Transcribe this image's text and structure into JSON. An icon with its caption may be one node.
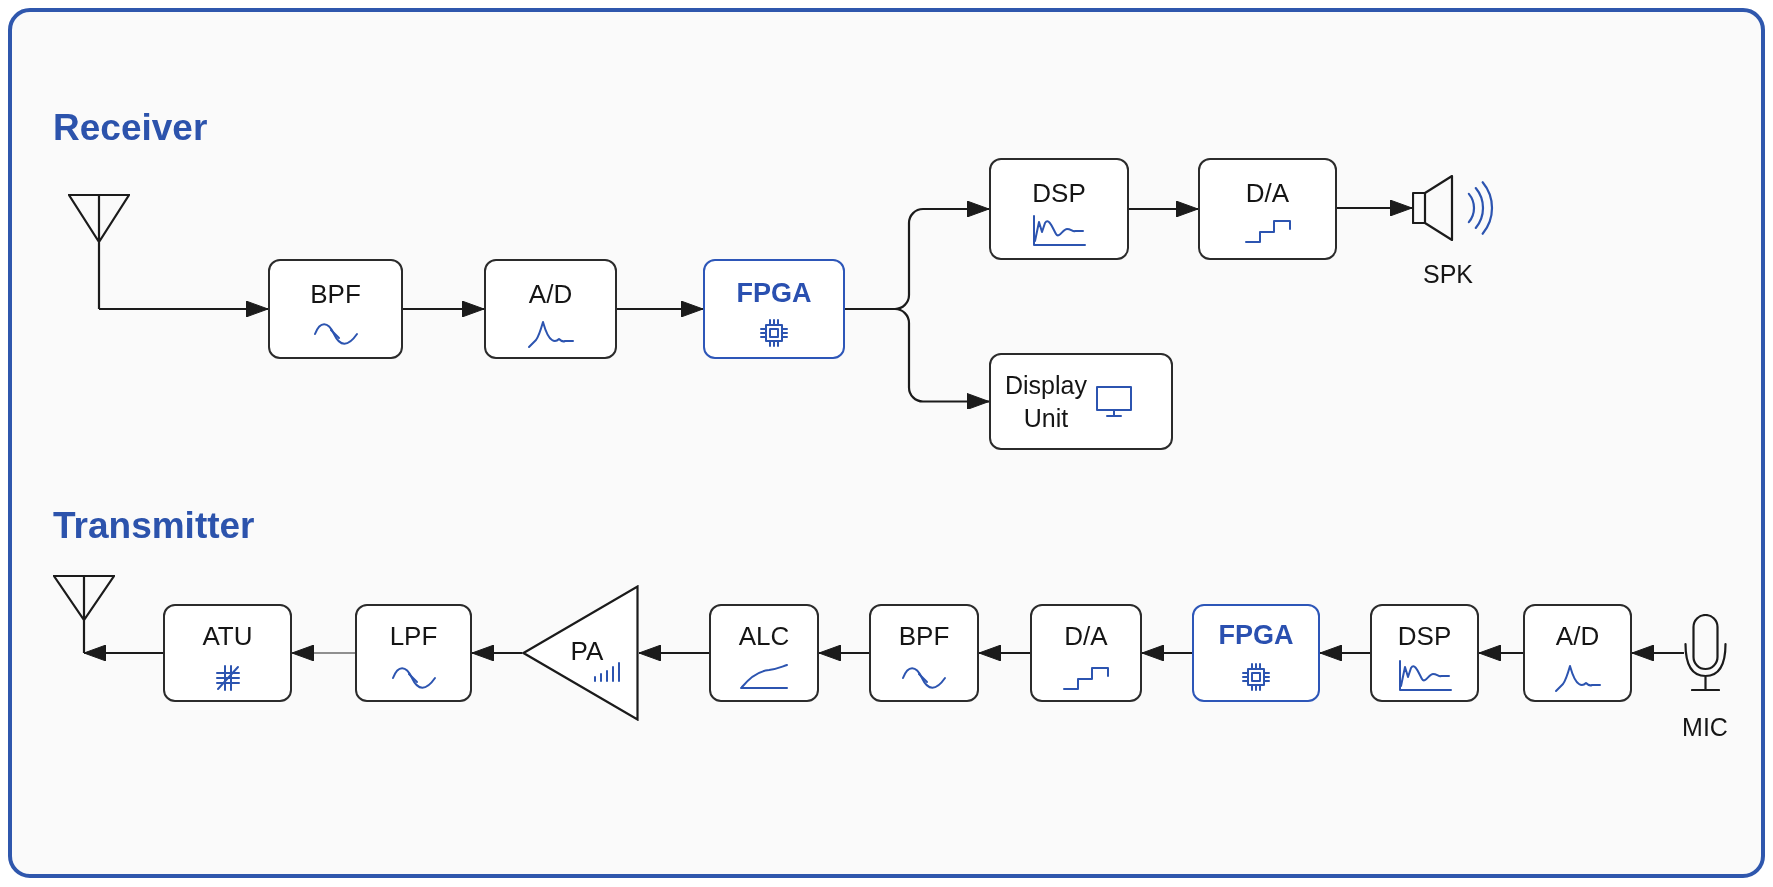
{
  "diagram": {
    "nodes": [
      {
        "text": [],
        "shape": "antenna"
      },
      {
        "text": [
          "BPF"
        ]
      },
      {
        "text": [
          "A/D"
        ]
      },
      {
        "text": [
          "FPGA"
        ]
      },
      {
        "text": [
          "DSP"
        ]
      },
      {
        "text": [
          "D/A"
        ]
      },
      {
        "text": [],
        "shape": "speaker",
        "beside": [
          "SPK"
        ]
      },
      {
        "text": [
          "Display Unit"
        ]
      },
      {
        "text": [],
        "shape": "antenna"
      },
      {
        "text": [
          "ATU"
        ]
      },
      {
        "text": [
          "LPF"
        ]
      },
      {
        "text": [
          "PA"
        ]
      },
      {
        "text": [
          "ALC"
        ]
      },
      {
        "text": [
          "BPF"
        ]
      },
      {
        "text": [
          "D/A"
        ]
      },
      {
        "text": [
          "FPGA"
        ]
      },
      {
        "text": [
          "DSP"
        ]
      },
      {
        "text": [
          "A/D"
        ]
      },
      {
        "text": [],
        "shape": "microphone",
        "beside": [
          "MIC"
        ]
      }
    ],
    "edges": [
      {
        "from": 0,
        "to": 1,
        "arrow": "to"
      },
      {
        "from": 1,
        "to": 2,
        "arrow": "to"
      },
      {
        "from": 2,
        "to": 3,
        "arrow": "to"
      },
      {
        "from": 3,
        "to": 4,
        "arrow": "to"
      },
      {
        "from": 3,
        "to": 7,
        "arrow": "to"
      },
      {
        "from": 4,
        "to": 5,
        "arrow": "to"
      },
      {
        "from": 5,
        "to": 6,
        "arrow": "to"
      },
      {
        "from": 18,
        "to": 17,
        "arrow": "to"
      },
      {
        "from": 17,
        "to": 16,
        "arrow": "to"
      },
      {
        "from": 16,
        "to": 15,
        "arrow": "to"
      },
      {
        "from": 15,
        "to": 14,
        "arrow": "to"
      },
      {
        "from": 14,
        "to": 13,
        "arrow": "to"
      },
      {
        "from": 13,
        "to": 12,
        "arrow": "to"
      },
      {
        "from": 12,
        "to": 11,
        "arrow": "to"
      },
      {
        "from": 11,
        "to": 10,
        "arrow": "to"
      },
      {
        "from": 10,
        "to": 9,
        "arrow": "to",
        "color": "#8f8f8f"
      },
      {
        "from": 9,
        "to": 8,
        "arrow": "to"
      }
    ],
    "labels": [
      "Receiver",
      "Transmitter"
    ]
  }
}
